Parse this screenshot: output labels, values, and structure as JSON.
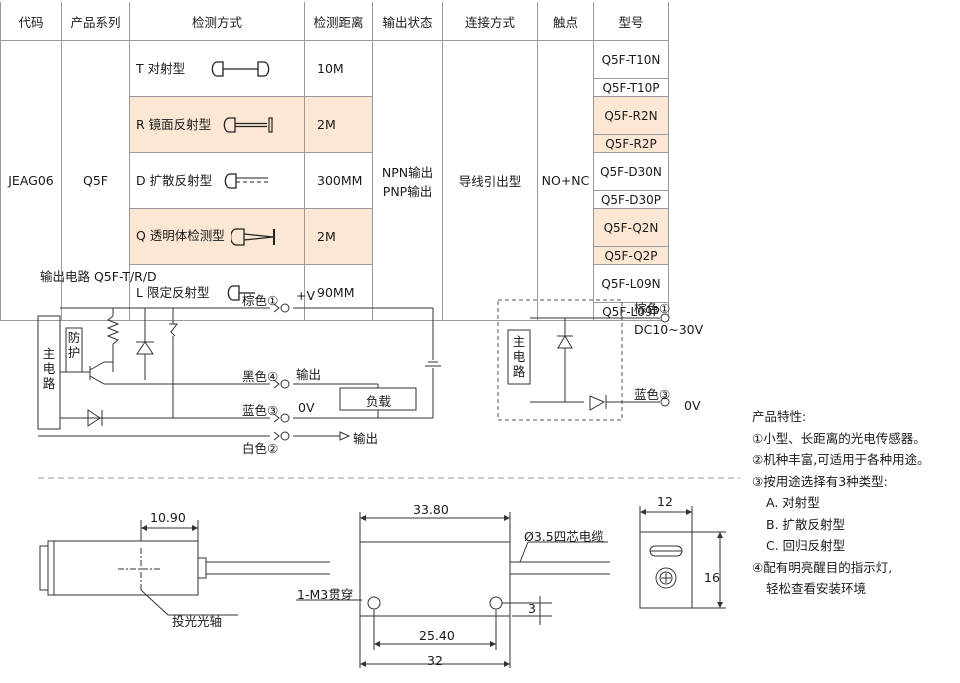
{
  "table": {
    "headers": [
      "代码",
      "产品系列",
      "检测方式",
      "检测距离",
      "输出状态",
      "连接方式",
      "触点",
      "型号"
    ],
    "code": "JEAG06",
    "series": "Q5F",
    "output": [
      "NPN输出",
      "PNP输出"
    ],
    "connection": "导线引出型",
    "contact": "NO+NC",
    "rows": [
      {
        "mode": "T 对射型",
        "distance": "10M",
        "models": [
          "Q5F-T10N",
          "Q5F-T10P"
        ]
      },
      {
        "mode": "R 镜面反射型",
        "distance": "2M",
        "models": [
          "Q5F-R2N",
          "Q5F-R2P"
        ]
      },
      {
        "mode": "D 扩散反射型",
        "distance": "300MM",
        "models": [
          "Q5F-D30N",
          "Q5F-D30P"
        ]
      },
      {
        "mode": "Q 透明体检测型",
        "distance": "2M",
        "models": [
          "Q5F-Q2N",
          "Q5F-Q2P"
        ]
      },
      {
        "mode": "L 限定反射型",
        "distance": "90MM",
        "models": [
          "Q5F-L09N",
          "Q5F-L09P"
        ]
      }
    ],
    "highlight_color": "#fbe7d3"
  },
  "circuit1": {
    "title": "输出电路 Q5F-T/R/D",
    "main_circuit": [
      "主",
      "电",
      "路"
    ],
    "protection": [
      "防",
      "护"
    ],
    "brown": "棕色①",
    "brown_value": "+V",
    "black": "黑色④",
    "black_value": "输出",
    "blue": "蓝色③",
    "blue_value": "0V",
    "white": "白色②",
    "white_value": "输出",
    "load": "负载"
  },
  "circuit2": {
    "main_circuit": [
      "主",
      "电",
      "路"
    ],
    "brown": "棕色①",
    "brown_value": "DC10~30V",
    "blue": "蓝色③",
    "blue_value": "0V"
  },
  "features": {
    "title": "产品特性:",
    "items": [
      "①小型、长距离的光电传感器。",
      "②机种丰富,可适用于各种用途。",
      "③按用途选择有3种类型:",
      "A. 对射型",
      "B. 扩散反射型",
      "C. 回归反射型",
      "④配有明亮醒目的指示灯,",
      "轻松查看安装环境"
    ]
  },
  "dimensions": {
    "lens_width": "10.90",
    "optical_axis": "投光光轴",
    "body_length": "33.80",
    "cable": "Ø3.5四芯电缆",
    "mount_hole": "1-M3贯穿",
    "hole_pitch": "25.40",
    "base_length": "32",
    "hole_offset": "3",
    "end_width": "12",
    "end_height": "16"
  }
}
